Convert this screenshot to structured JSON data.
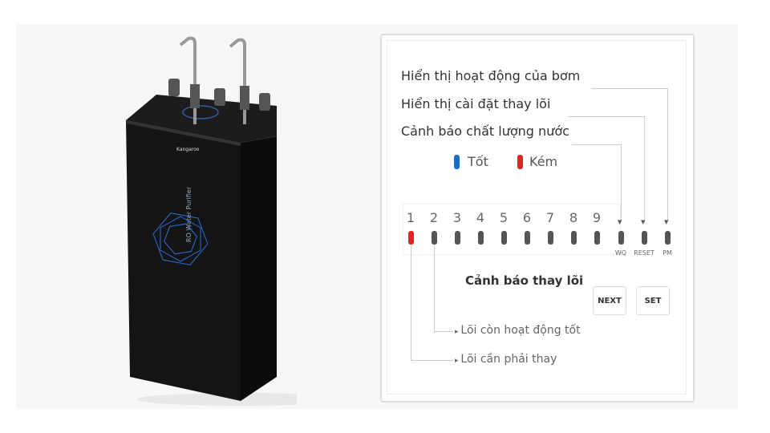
{
  "product": {
    "brand": "Kangaroo",
    "vertical_text": "RO Water Purifier"
  },
  "diagram": {
    "labels": [
      "Hiển thị hoạt động của bơm",
      "Hiển thị cài đặt thay lõi",
      "Cảnh báo chất lượng nước"
    ],
    "legend": [
      {
        "label": "Tốt",
        "color": "#1a6fc4"
      },
      {
        "label": "Kém",
        "color": "#e02424"
      }
    ],
    "numbers": [
      "1",
      "2",
      "3",
      "4",
      "5",
      "6",
      "7",
      "8",
      "9"
    ],
    "indicators": [
      "WQ",
      "RESET",
      "PM"
    ],
    "filter_warning_title": "Cảnh báo thay lõi",
    "buttons": {
      "next": "NEXT",
      "set": "SET"
    },
    "notes": [
      "Lõi còn hoạt động tốt",
      "Lõi cần phải thay"
    ]
  }
}
